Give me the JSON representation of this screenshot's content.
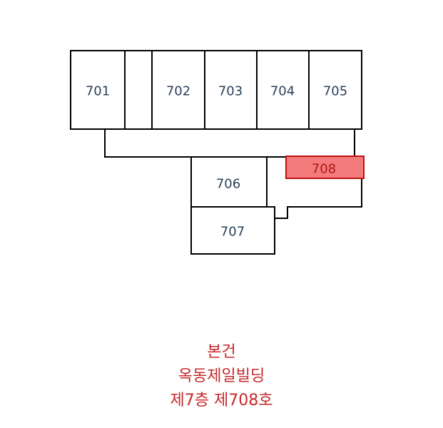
{
  "floor_plan": {
    "rooms": [
      {
        "id": "701",
        "label": "701",
        "highlighted": false
      },
      {
        "id": "702",
        "label": "702",
        "highlighted": false
      },
      {
        "id": "703",
        "label": "703",
        "highlighted": false
      },
      {
        "id": "704",
        "label": "704",
        "highlighted": false
      },
      {
        "id": "705",
        "label": "705",
        "highlighted": false
      },
      {
        "id": "706",
        "label": "706",
        "highlighted": false
      },
      {
        "id": "707",
        "label": "707",
        "highlighted": false
      },
      {
        "id": "708",
        "label": "708",
        "highlighted": true
      }
    ]
  },
  "caption": {
    "line1": "본건",
    "line2": "옥동제일빌딩",
    "line3": "제7층 제708호"
  },
  "colors": {
    "highlight_fill": "#f47b7b",
    "highlight_text": "#b01818",
    "caption_text": "#c62828",
    "room_text": "#2b3f5a"
  }
}
